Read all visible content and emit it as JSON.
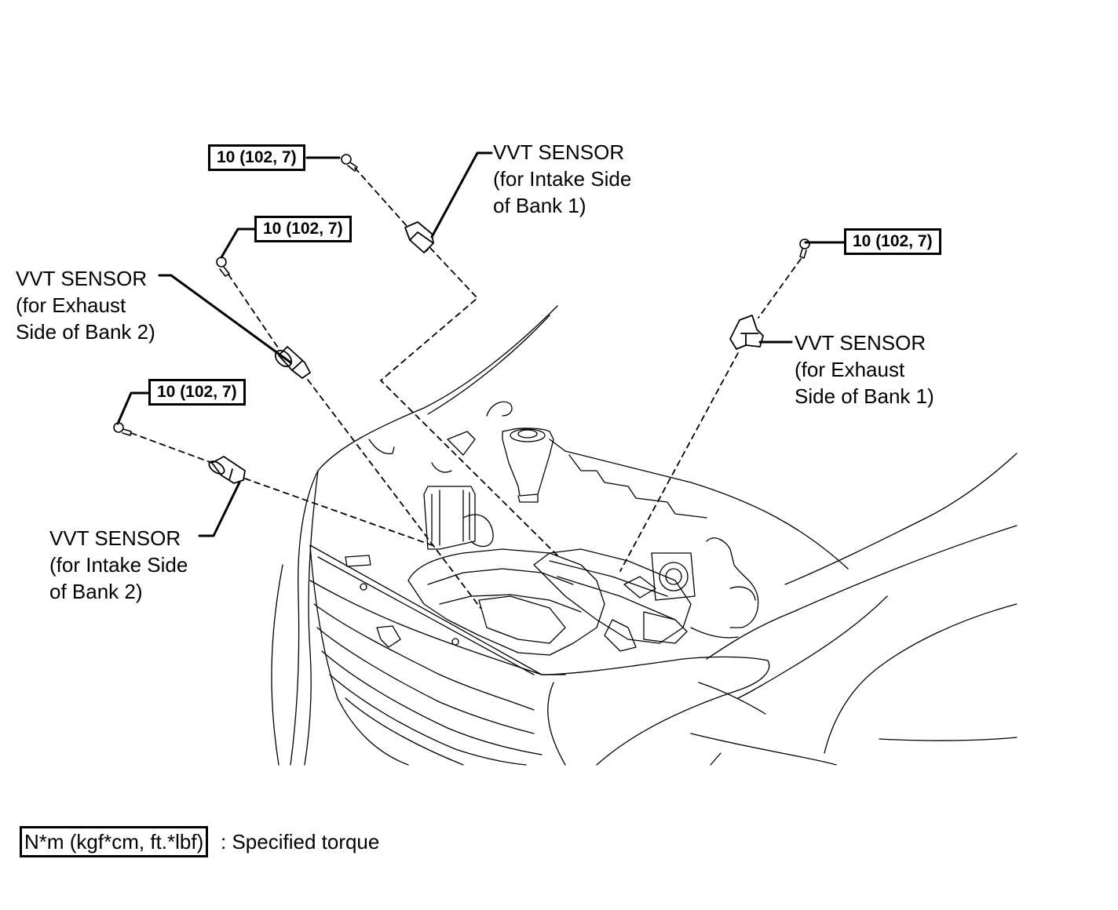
{
  "sensors": {
    "intake_bank1": {
      "title": "VVT SENSOR",
      "line2": "(for Intake Side",
      "line3": "of Bank 1)"
    },
    "exhaust_bank2": {
      "title": "VVT SENSOR",
      "line2": "(for Exhaust",
      "line3": "Side of Bank 2)"
    },
    "exhaust_bank1": {
      "title": "VVT SENSOR",
      "line2": "(for Exhaust",
      "line3": "Side of Bank 1)"
    },
    "intake_bank2": {
      "title": "VVT SENSOR",
      "line2": "(for Intake Side",
      "line3": "of Bank 2)"
    }
  },
  "torque": {
    "intake_bank1": "10 (102, 7)",
    "exhaust_bank2": "10 (102, 7)",
    "exhaust_bank1": "10 (102, 7)",
    "intake_bank2": "10 (102, 7)"
  },
  "legend": {
    "unit": "N*m (kgf*cm, ft.*lbf)",
    "text": ": Specified torque"
  },
  "colors": {
    "line": "#000000",
    "background": "#ffffff"
  }
}
